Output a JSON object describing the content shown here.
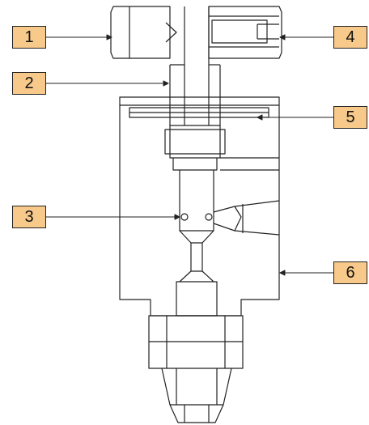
{
  "colors": {
    "callout_fill": "#f7c98a",
    "line": "#222222",
    "background": "#ffffff"
  },
  "callouts": [
    {
      "id": "c1",
      "label": "1"
    },
    {
      "id": "c2",
      "label": "2"
    },
    {
      "id": "c3",
      "label": "3"
    },
    {
      "id": "c4",
      "label": "4"
    },
    {
      "id": "c5",
      "label": "5"
    },
    {
      "id": "c6",
      "label": "6"
    }
  ]
}
